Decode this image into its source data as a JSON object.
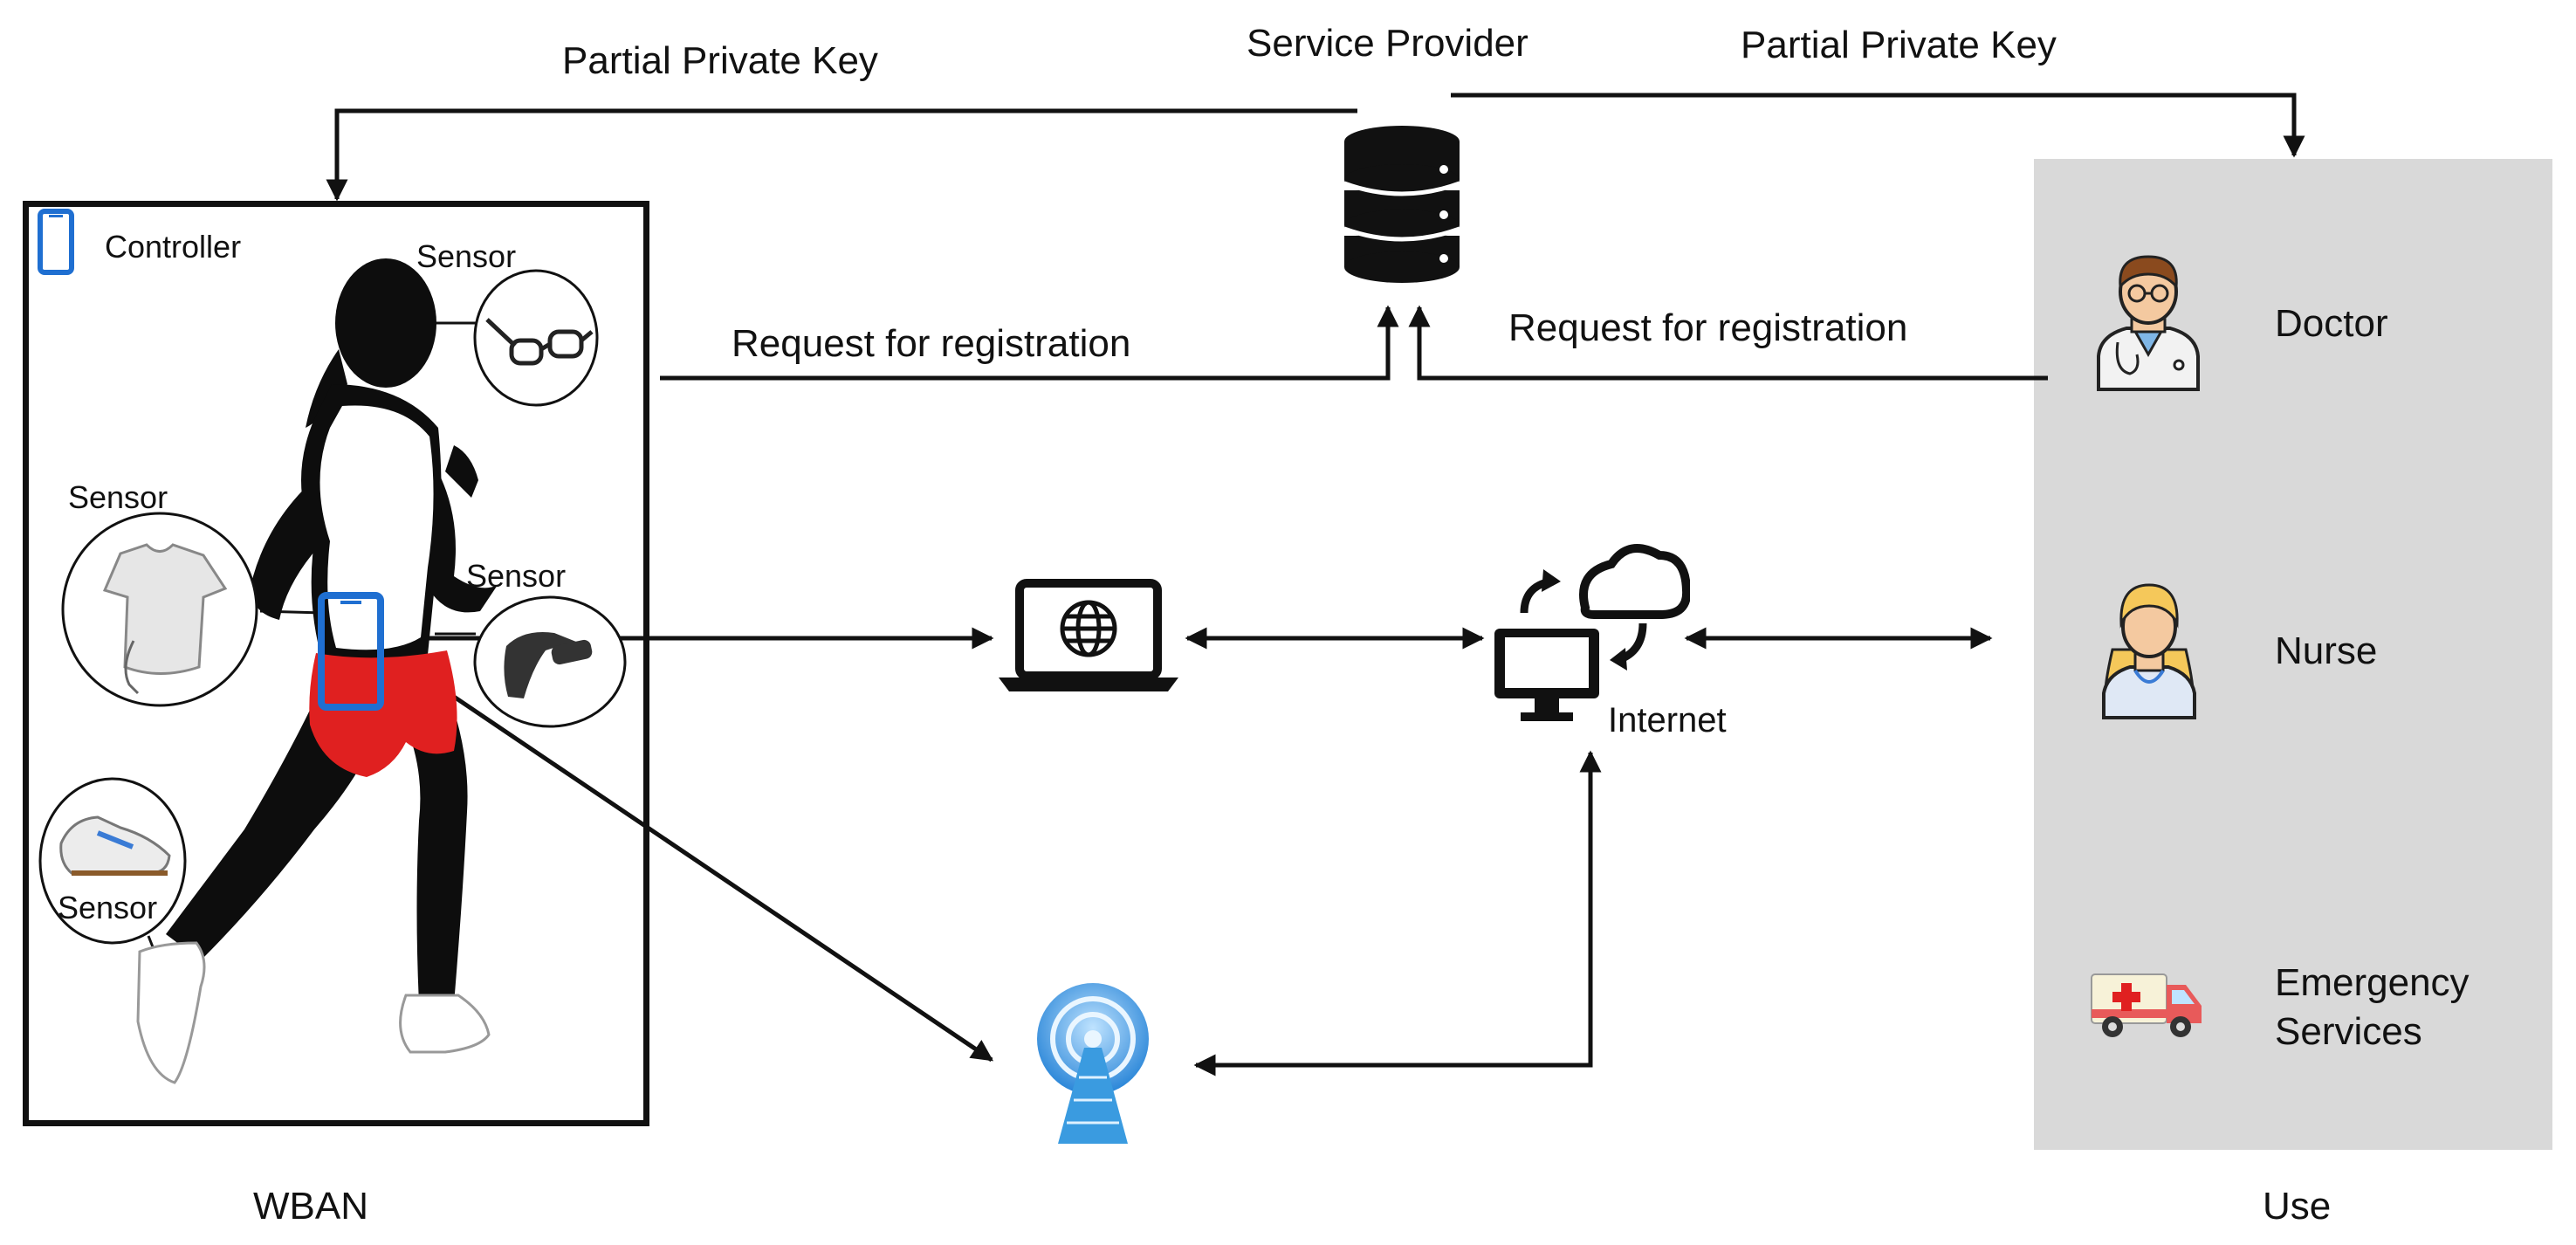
{
  "service_provider": {
    "label": "Service Provider",
    "icon": "database-icon"
  },
  "arrows": {
    "partial_key_left": "Partial Private Key",
    "partial_key_right": "Partial Private Key",
    "request_left": "Request for registration",
    "request_right": "Request for registration"
  },
  "wban": {
    "title": "WBAN",
    "controller_label": "Controller",
    "sensors": [
      {
        "label": "Sensor",
        "icon": "smart-glasses-icon"
      },
      {
        "label": "Sensor",
        "icon": "smart-shirt-icon"
      },
      {
        "label": "Sensor",
        "icon": "wristband-icon"
      },
      {
        "label": "Sensor",
        "icon": "smart-shoe-icon"
      }
    ]
  },
  "network": {
    "laptop_icon": "laptop-globe-icon",
    "internet_label": "Internet",
    "internet_icon": "cloud-computer-icon",
    "tower_icon": "radio-tower-icon"
  },
  "users": {
    "title": "Use",
    "items": [
      {
        "label": "Doctor",
        "icon": "doctor-icon"
      },
      {
        "label": "Nurse",
        "icon": "nurse-icon"
      },
      {
        "label_line1": "Emergency",
        "label_line2": "Services",
        "icon": "ambulance-icon"
      }
    ]
  },
  "colors": {
    "user_panel_bg": "#d9d9d9",
    "controller_blue": "#1f6fd1",
    "shorts_red": "#e02020",
    "tower_blue": "#3a9be0"
  }
}
